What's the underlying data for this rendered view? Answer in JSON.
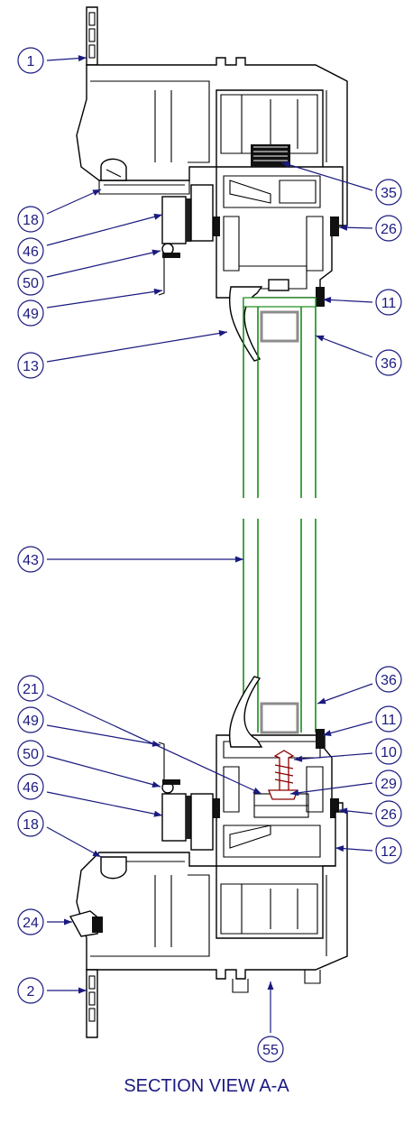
{
  "title": "SECTION VIEW A-A",
  "colors": {
    "callout": "#1a1a80",
    "glass": "#1a8a1a",
    "profile": "#000000",
    "spacer": "#8c8c8c",
    "fastener": "#8b0000"
  },
  "callouts": [
    {
      "id": "c1",
      "label": "1"
    },
    {
      "id": "c18a",
      "label": "18"
    },
    {
      "id": "c46a",
      "label": "46"
    },
    {
      "id": "c50a",
      "label": "50"
    },
    {
      "id": "c49a",
      "label": "49"
    },
    {
      "id": "c13",
      "label": "13"
    },
    {
      "id": "c35",
      "label": "35"
    },
    {
      "id": "c26a",
      "label": "26"
    },
    {
      "id": "c11a",
      "label": "11"
    },
    {
      "id": "c36a",
      "label": "36"
    },
    {
      "id": "c43",
      "label": "43"
    },
    {
      "id": "c21",
      "label": "21"
    },
    {
      "id": "c49b",
      "label": "49"
    },
    {
      "id": "c50b",
      "label": "50"
    },
    {
      "id": "c46b",
      "label": "46"
    },
    {
      "id": "c18b",
      "label": "18"
    },
    {
      "id": "c24",
      "label": "24"
    },
    {
      "id": "c2",
      "label": "2"
    },
    {
      "id": "c36b",
      "label": "36"
    },
    {
      "id": "c11b",
      "label": "11"
    },
    {
      "id": "c10",
      "label": "10"
    },
    {
      "id": "c29",
      "label": "29"
    },
    {
      "id": "c26b",
      "label": "26"
    },
    {
      "id": "c12",
      "label": "12"
    },
    {
      "id": "c55",
      "label": "55"
    }
  ]
}
